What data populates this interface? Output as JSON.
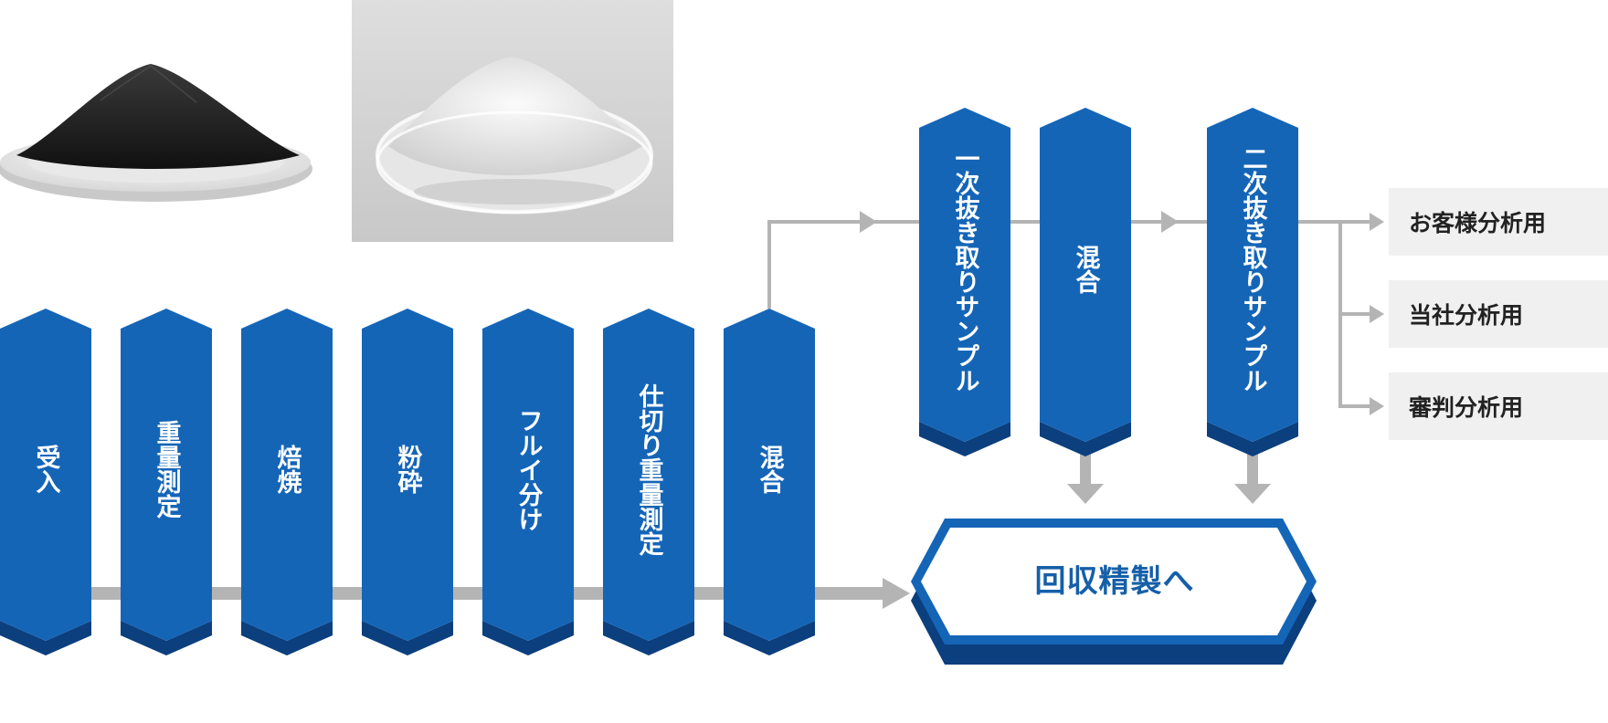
{
  "steps": [
    {
      "label": "受入"
    },
    {
      "label": "重量測定"
    },
    {
      "label": "焙焼"
    },
    {
      "label": "粉砕"
    },
    {
      "label": "フルイ分け"
    },
    {
      "label": "仕切り重量測定"
    },
    {
      "label": "混合"
    }
  ],
  "sampling_steps": [
    {
      "label": "一次抜き取りサンプル"
    },
    {
      "label": "混合"
    },
    {
      "label": "二次抜き取りサンプル"
    }
  ],
  "destinations": [
    {
      "label": "お客様分析用"
    },
    {
      "label": "当社分析用"
    },
    {
      "label": "審判分析用"
    }
  ],
  "final": {
    "label": "回収精製へ"
  },
  "colors": {
    "step_blue": "#1565b7",
    "step_dark": "#0b3f7e",
    "line_gray": "#b4b4b4",
    "final_text": "#155fa9",
    "dest_bg": "#f0f0f0"
  },
  "photos": [
    {
      "icon": "black-powder-on-plate-photo"
    },
    {
      "icon": "white-powder-in-petri-dish-photo"
    }
  ]
}
